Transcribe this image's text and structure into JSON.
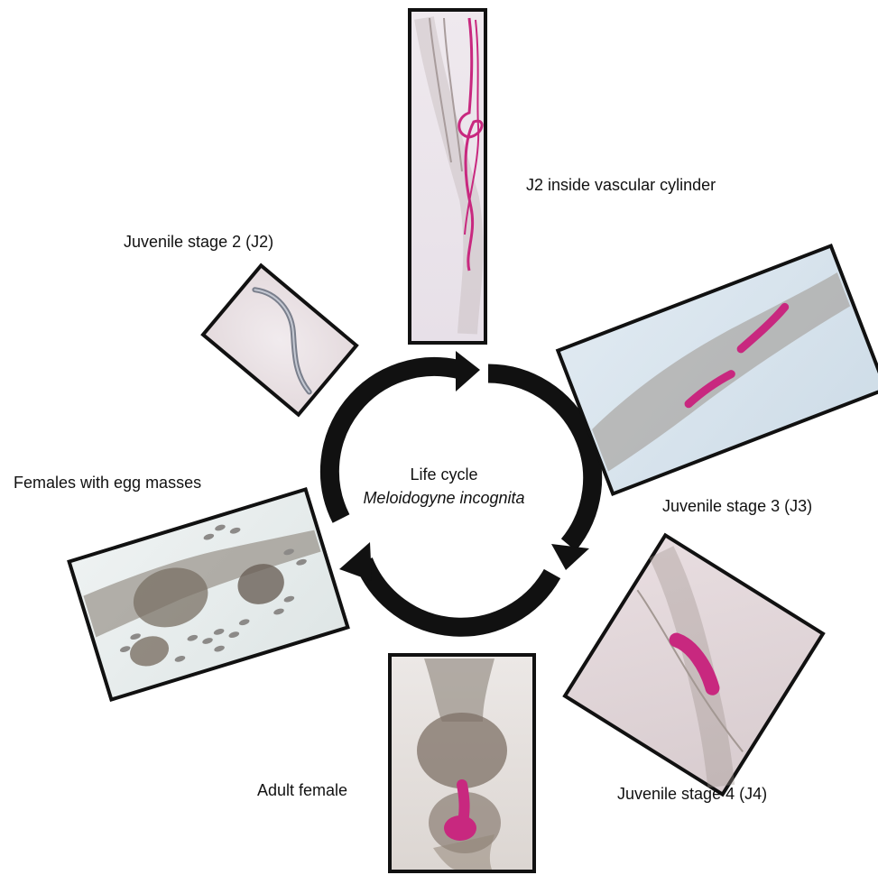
{
  "center": {
    "title": "Life cycle",
    "species": "Meloidogyne incognita"
  },
  "stages": [
    {
      "id": "j2",
      "label": "Juvenile stage 2 (J2)"
    },
    {
      "id": "j2-vascular",
      "label": "J2 inside vascular cylinder"
    },
    {
      "id": "j3",
      "label": "Juvenile stage 3 (J3)"
    },
    {
      "id": "j4",
      "label": "Juvenile stage 4 (J4)"
    },
    {
      "id": "adult",
      "label": "Adult female"
    },
    {
      "id": "egg-masses",
      "label": "Females with egg masses"
    }
  ],
  "colors": {
    "arrow": "#111111",
    "frame": "#111111",
    "stain": "#c8287f",
    "tissue": "#8a8278"
  }
}
